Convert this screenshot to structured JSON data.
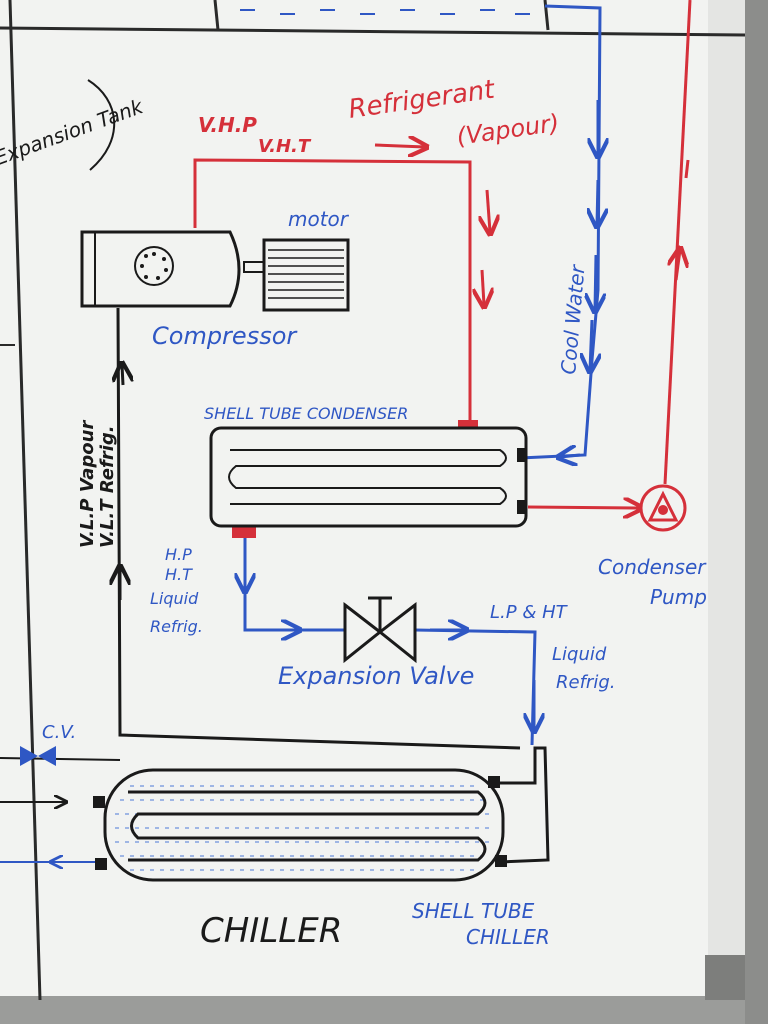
{
  "colors": {
    "board": "#f2f3f1",
    "hot_refrigerant": "#d5303a",
    "cold_water": "#2f57c4",
    "marker_black": "#1a1a1a",
    "frame": "#8c8d8b"
  },
  "labels": {
    "tank": "Expansion Tank",
    "vhp": "V.H.P",
    "vht": "V.H.T",
    "refrigerant": "Refrigerant",
    "vapour": "(Vapour)",
    "motor": "motor",
    "compressor": "Compressor",
    "cool_water": "Cool Water",
    "condenser": "SHELL TUBE CONDENSER",
    "vlp_vapour": "V.L.P Vapour",
    "vlt_refrig": "V.L.T Refrig.",
    "hp": "H.P",
    "ht": "H.T",
    "liquid": "Liquid",
    "refrig": "Refrig.",
    "expansion_valve": "Expansion Valve",
    "lp_ht": "L.P & HT",
    "liquid_right": "Liquid",
    "refrig_right": "Refrig.",
    "condenser_pump": "Condenser",
    "pump": "Pump",
    "cv": "C.V.",
    "chiller": "CHILLER",
    "shell_tube": "SHELL TUBE",
    "chiller_small": "CHILLER"
  }
}
